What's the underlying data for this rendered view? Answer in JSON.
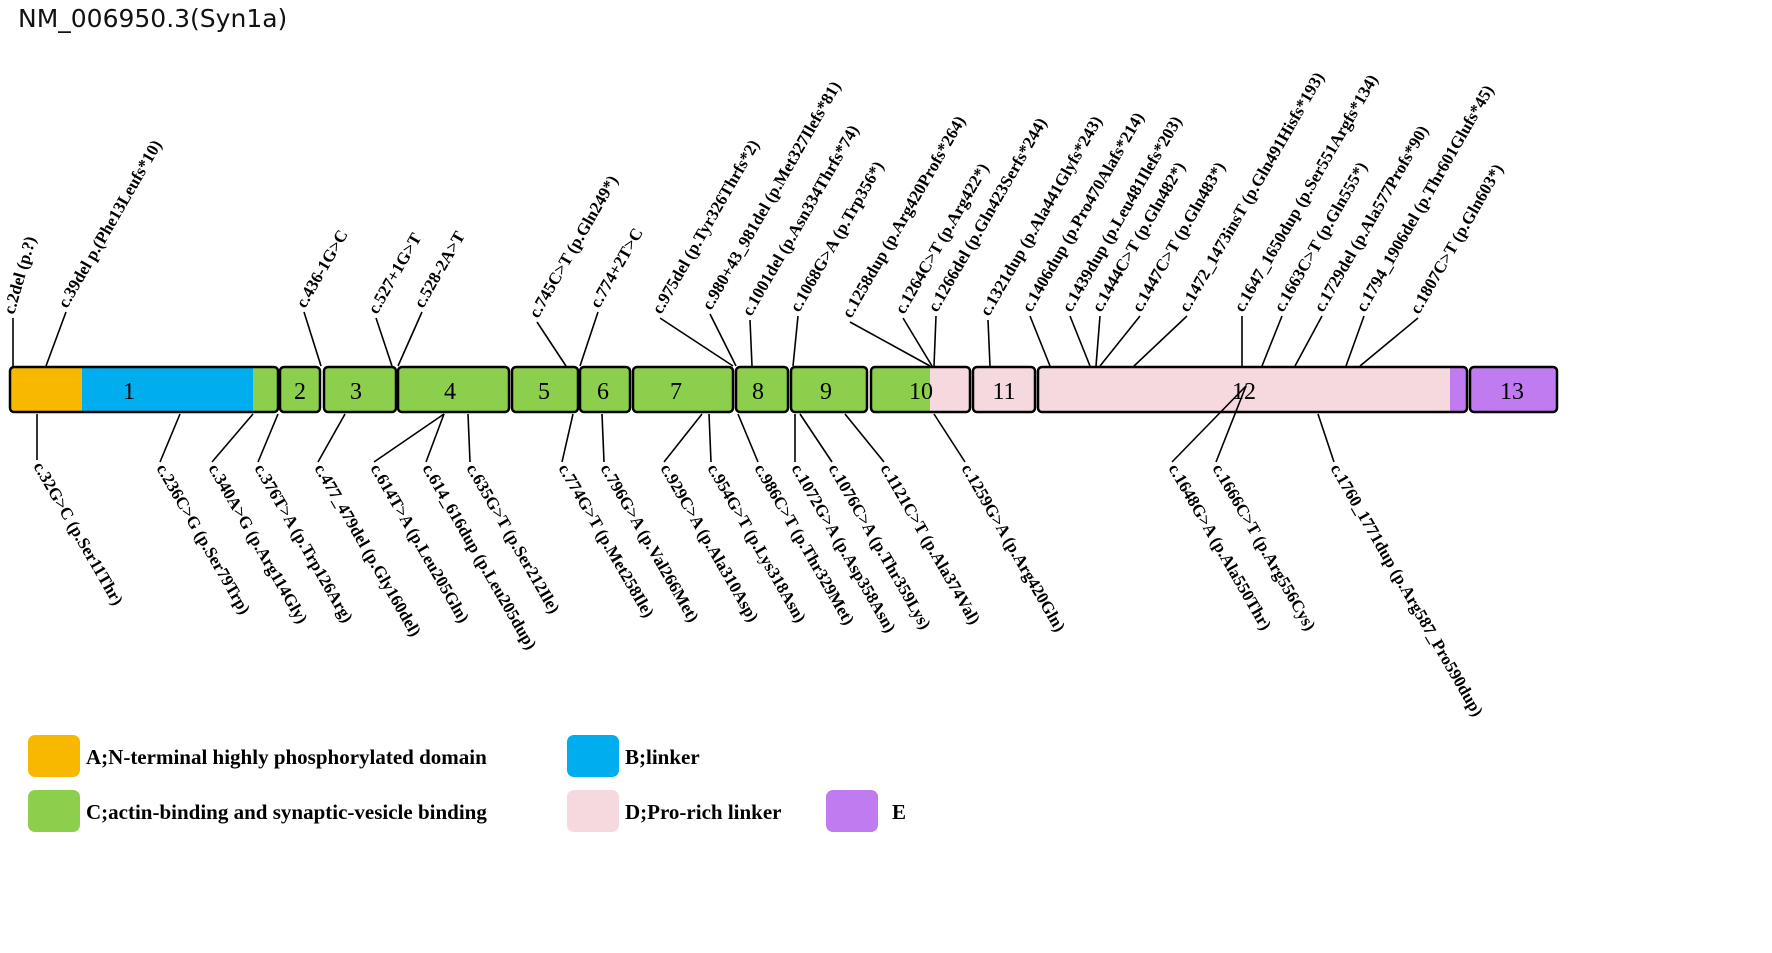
{
  "title": "NM_006950.3(Syn1a)",
  "colors": {
    "A": "#F9B800",
    "B": "#00AEEF",
    "C": "#8CCF4D",
    "D": "#F6D9DE",
    "E": "#BF7BEF",
    "outline": "#000000"
  },
  "exons": [
    {
      "label": "1",
      "fills": [
        "A",
        "B",
        "C"
      ]
    },
    {
      "label": "2",
      "fills": [
        "C"
      ]
    },
    {
      "label": "3",
      "fills": [
        "C"
      ]
    },
    {
      "label": "4",
      "fills": [
        "C"
      ]
    },
    {
      "label": "5",
      "fills": [
        "C"
      ]
    },
    {
      "label": "6",
      "fills": [
        "C"
      ]
    },
    {
      "label": "7",
      "fills": [
        "C"
      ]
    },
    {
      "label": "8",
      "fills": [
        "C"
      ]
    },
    {
      "label": "9",
      "fills": [
        "C"
      ]
    },
    {
      "label": "10",
      "fills": [
        "C",
        "D"
      ]
    },
    {
      "label": "11",
      "fills": [
        "D"
      ]
    },
    {
      "label": "12",
      "fills": [
        "D",
        "E"
      ]
    },
    {
      "label": "13",
      "fills": [
        "E"
      ]
    }
  ],
  "variants_above": [
    "c.2del (p.?)",
    "c.39del p.(Phe13Leufs*10)",
    "c.436-1G>C",
    "c.527+1G>T",
    "c.528-2A>T",
    "c.745C>T (p.Gln249*)",
    "c.774+2T>C",
    "c.975del (p.Tyr326Thrfs*2)",
    "c.980+43_981del (p.Met327Ilefs*81)",
    "c.1001del (p.Asn334Thrfs*74)",
    "c.1068G>A (p.Trp356*)",
    "c.1258dup (p.Arg420Profs*264)",
    "c.1264C>T (p.Arg422*)",
    "c.1266del (p.Gln423Serfs*244)",
    "c.1321dup (p.Ala441Glyfs*243)",
    "c.1406dup (p.Pro470Alafs*214)",
    "c.1439dup (p.Leu481Ilefs*203)",
    "c.1444C>T (p.Gln482*)",
    "c.1447C>T (p.Gln483*)",
    "c.1472_1473insT (p.Gln491Hisfs*193)",
    "c.1647_1650dup (p.Ser551Argfs*134)",
    "c.1663C>T (p.Gln555*)",
    "c.1729del (p.Ala577Profs*90)",
    "c.1794_1906del (p.Thr601Glufs*45)",
    "c.1807C>T (p.Gln603*)"
  ],
  "variants_below": [
    "c.32G>C (p.Ser11Thr)",
    "c.236C>G (p.Ser79Trp)",
    "c.340A>G (p.Arg114Gly)",
    "c.376T>A (p.Trp126Arg)",
    "c.477_479del (p.Gly160del)",
    "c.614T>A (p.Leu205Gln)",
    "c.614_616dup (p.Leu205dup)",
    "c.635G>T (p.Ser212Ile)",
    "c.774G>T (p.Met258Ile)",
    "c.796G>A (p.Val266Met)",
    "c.929C>A (p.Ala310Asp)",
    "c.954G>T (p.Lys318Asn)",
    "c.986C>T (p.Thr329Met)",
    "c.1072G>A (p.Asp358Asn)",
    "c.1076C>A (p.Thr359Lys)",
    "c.1121C>T (p.Ala374Val)",
    "c.1259G>A (p.Arg420Gln)",
    "c.1648G>A (p.Ala550Thr)",
    "c.1666C>T (p.Arg556Cys)",
    "c.1760_1771dup (p.Arg587_Pro590dup)"
  ],
  "legend": [
    {
      "key": "A",
      "label": "A;N-terminal highly phosphorylated domain"
    },
    {
      "key": "B",
      "label": "B;linker"
    },
    {
      "key": "C",
      "label": "C;actin-binding and synaptic-vesicle binding"
    },
    {
      "key": "D",
      "label": "D;Pro-rich linker"
    },
    {
      "key": "E",
      "label": "E"
    }
  ]
}
